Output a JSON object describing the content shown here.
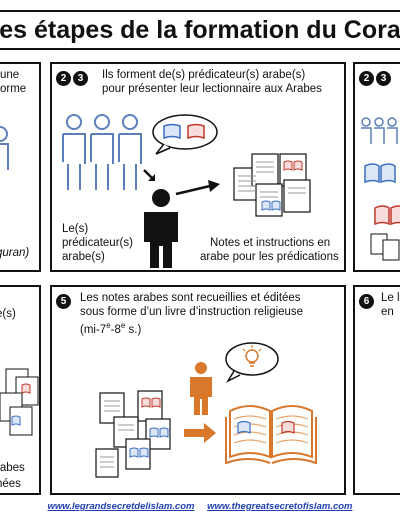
{
  "title": "Les étapes de la formation du Coran",
  "panel_left_top": {
    "lines": [
      "une",
      "orme"
    ],
    "caption": "quran)"
  },
  "panel_center_top": {
    "badges": [
      "2",
      "3"
    ],
    "heading_l1": "Ils forment de(s) prédicateur(s) arabe(s)",
    "heading_l2": "pour présenter leur lectionnaire aux Arabes",
    "label_predicateur": [
      "Le(s)",
      "prédicateur(s)",
      "arabe(s)"
    ],
    "label_notes": [
      "Notes et instructions en",
      "arabe pour les prédications"
    ]
  },
  "panel_right_top": {
    "badges": [
      "2",
      "3"
    ]
  },
  "panel_left_bottom": {
    "line1": "e(s)",
    "line2": "rabes",
    "line3": "nées"
  },
  "panel_center_bottom": {
    "badge": "5",
    "line1": "Les notes arabes sont recueillies et éditées",
    "line2": "sous forme d’un livre d’instruction religieuse",
    "line3_pre": "(mi-7",
    "line3_sup1": "e",
    "line3_mid": "-8",
    "line3_sup2": "e",
    "line3_post": " s.)"
  },
  "panel_right_bottom": {
    "badge": "6",
    "line1": "Le l",
    "line2": "en"
  },
  "footer": {
    "link1": "www.legrandsecretdelislam.com",
    "link2": "www.thegreatsecretofislam.com"
  },
  "colors": {
    "person_blue": "#5b7fb8",
    "book_red": "#c0392b",
    "orange": "#d9772b",
    "black": "#111111"
  }
}
